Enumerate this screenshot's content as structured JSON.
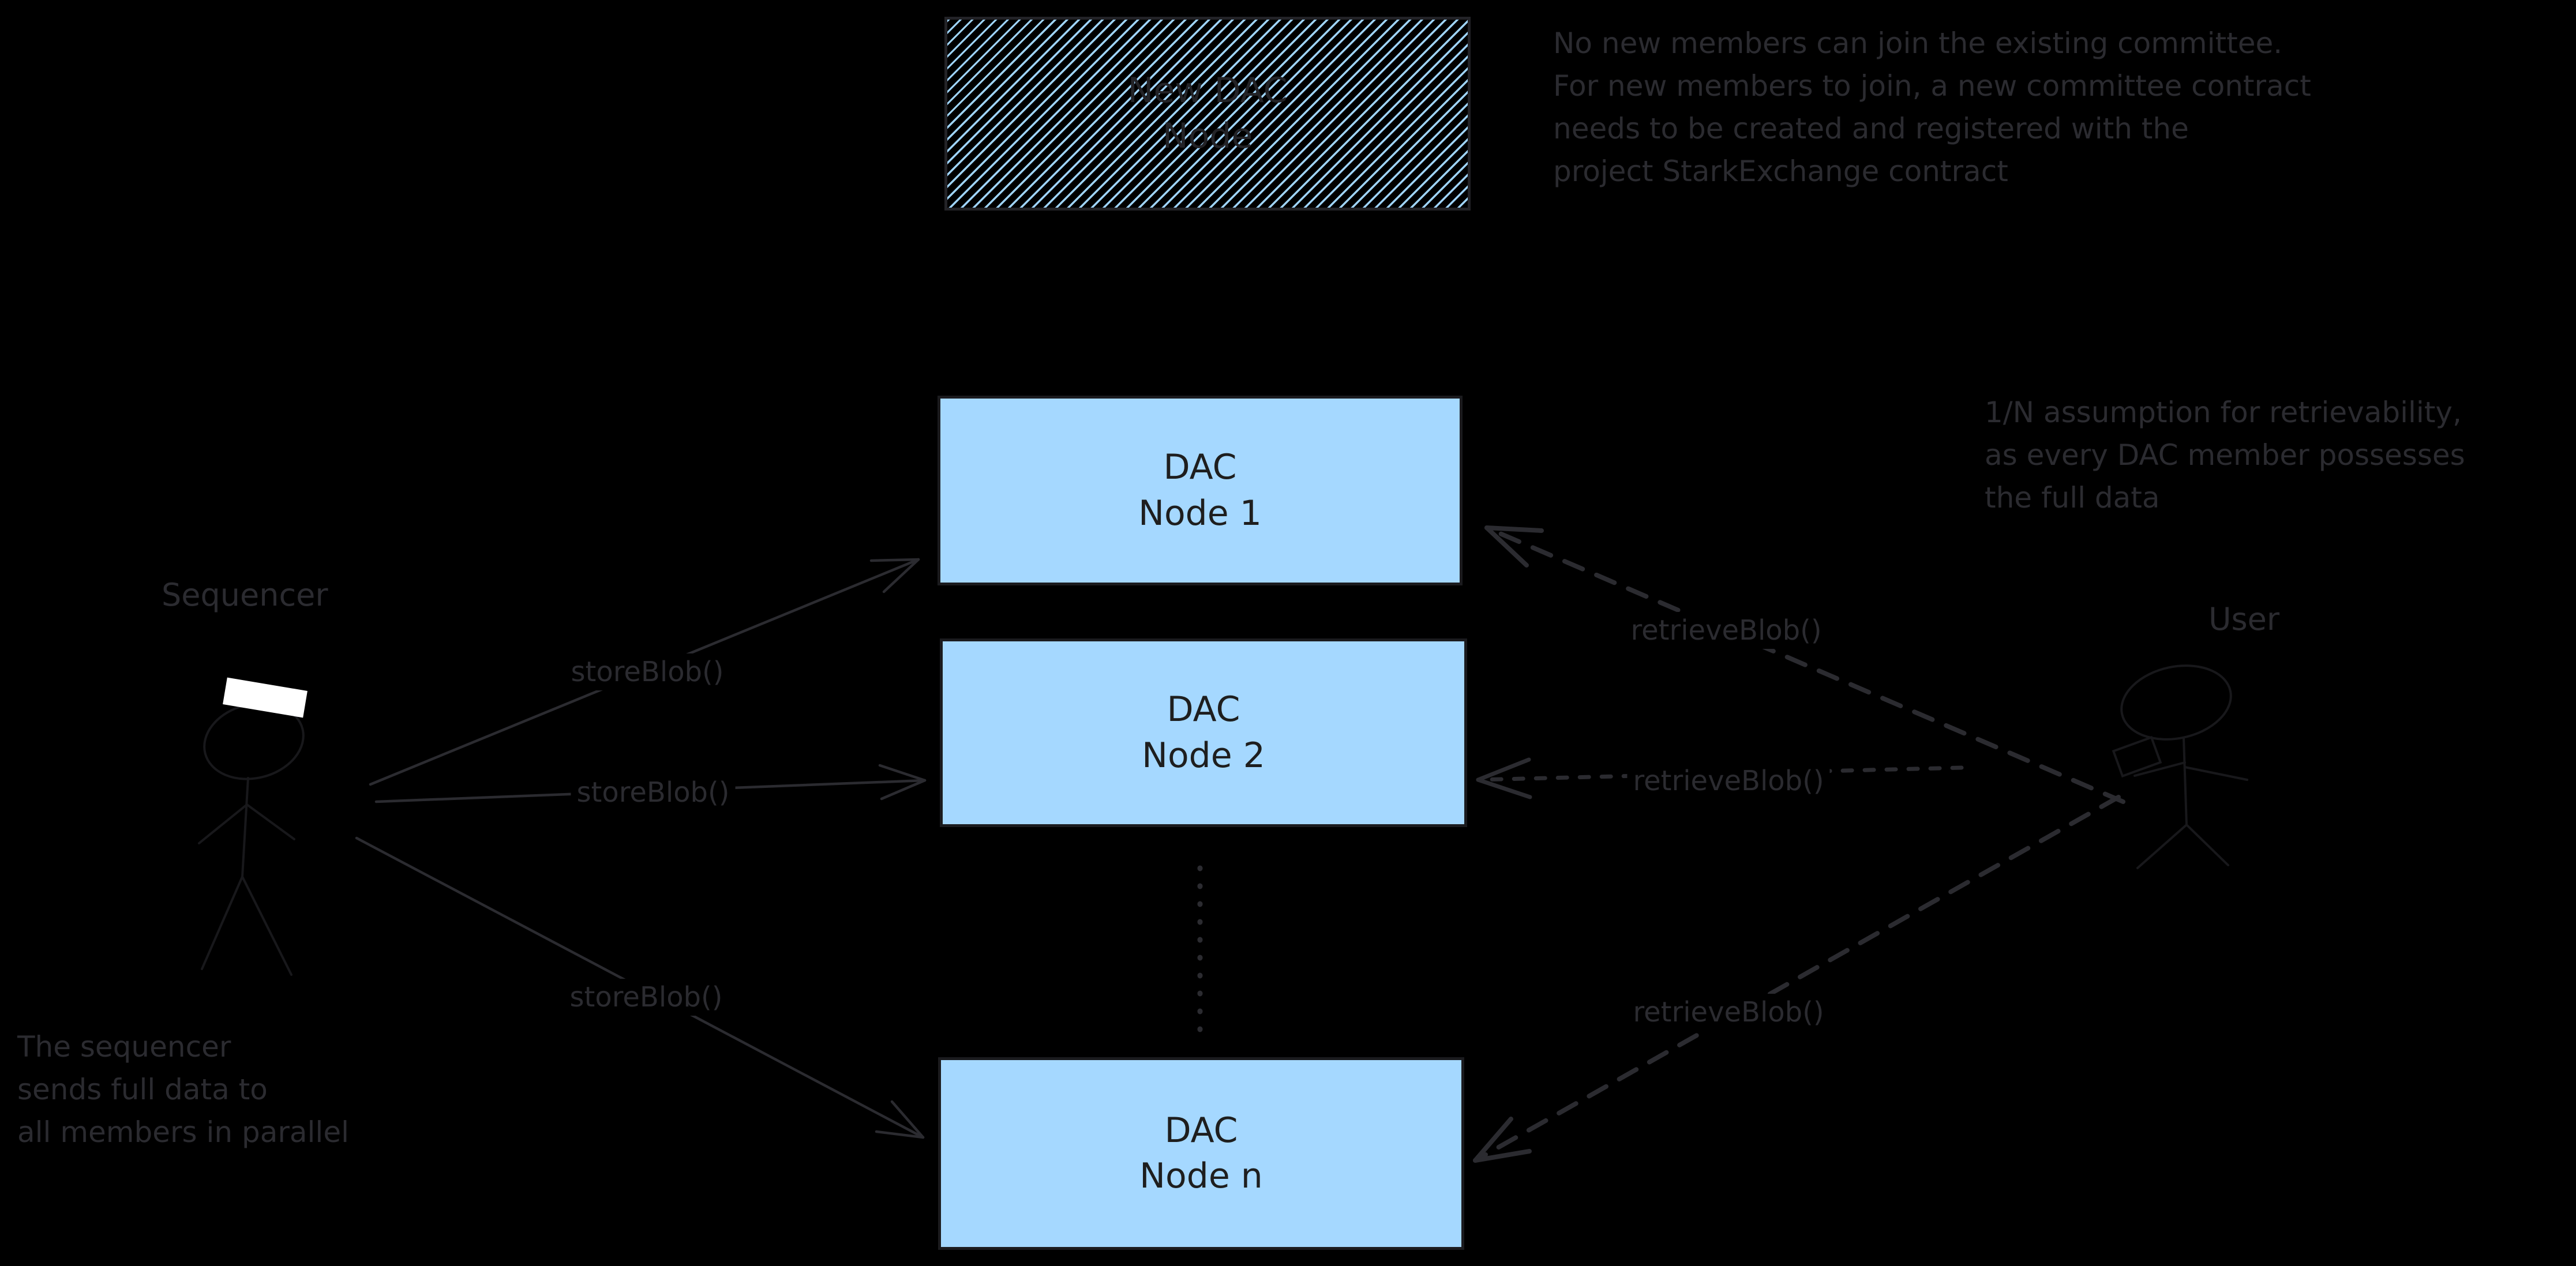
{
  "colors": {
    "background": "#000000",
    "node_fill": "#a5d8ff",
    "node_border": "#1b1b1e",
    "node_text": "#1e1e1e",
    "annotation_gray": "#2b2b30",
    "figure_stroke": "#18181b",
    "laptop_screen": "#ffffff"
  },
  "pending_node": {
    "line1": "New DAC",
    "line2": "Node"
  },
  "nodes": [
    {
      "line1": "DAC",
      "line2": "Node 1"
    },
    {
      "line1": "DAC",
      "line2": "Node 2"
    },
    {
      "line1": "DAC",
      "line2": "Node n"
    }
  ],
  "actors": {
    "sequencer_label": "Sequencer",
    "user_label": "User"
  },
  "calls": {
    "store": [
      "storeBlob()",
      "storeBlob()",
      "storeBlob()"
    ],
    "retrieve": [
      "retrieveBlob()",
      "retrieveBlob()",
      "retrieveBlob()"
    ]
  },
  "annotations": {
    "committee_note": {
      "line1": "No new members can join the existing committee.",
      "line2": "For new members to join, a new committee contract",
      "line3": "needs to be created and registered with the",
      "line4": "project StarkExchange contract"
    },
    "retrievability_note": {
      "line1": "1/N assumption for retrievability,",
      "line2": "as every DAC member possesses",
      "line3": "the full data"
    },
    "sequencer_note": {
      "line1": "The sequencer",
      "line2": "sends full data to",
      "line3": "all members in parallel"
    }
  }
}
